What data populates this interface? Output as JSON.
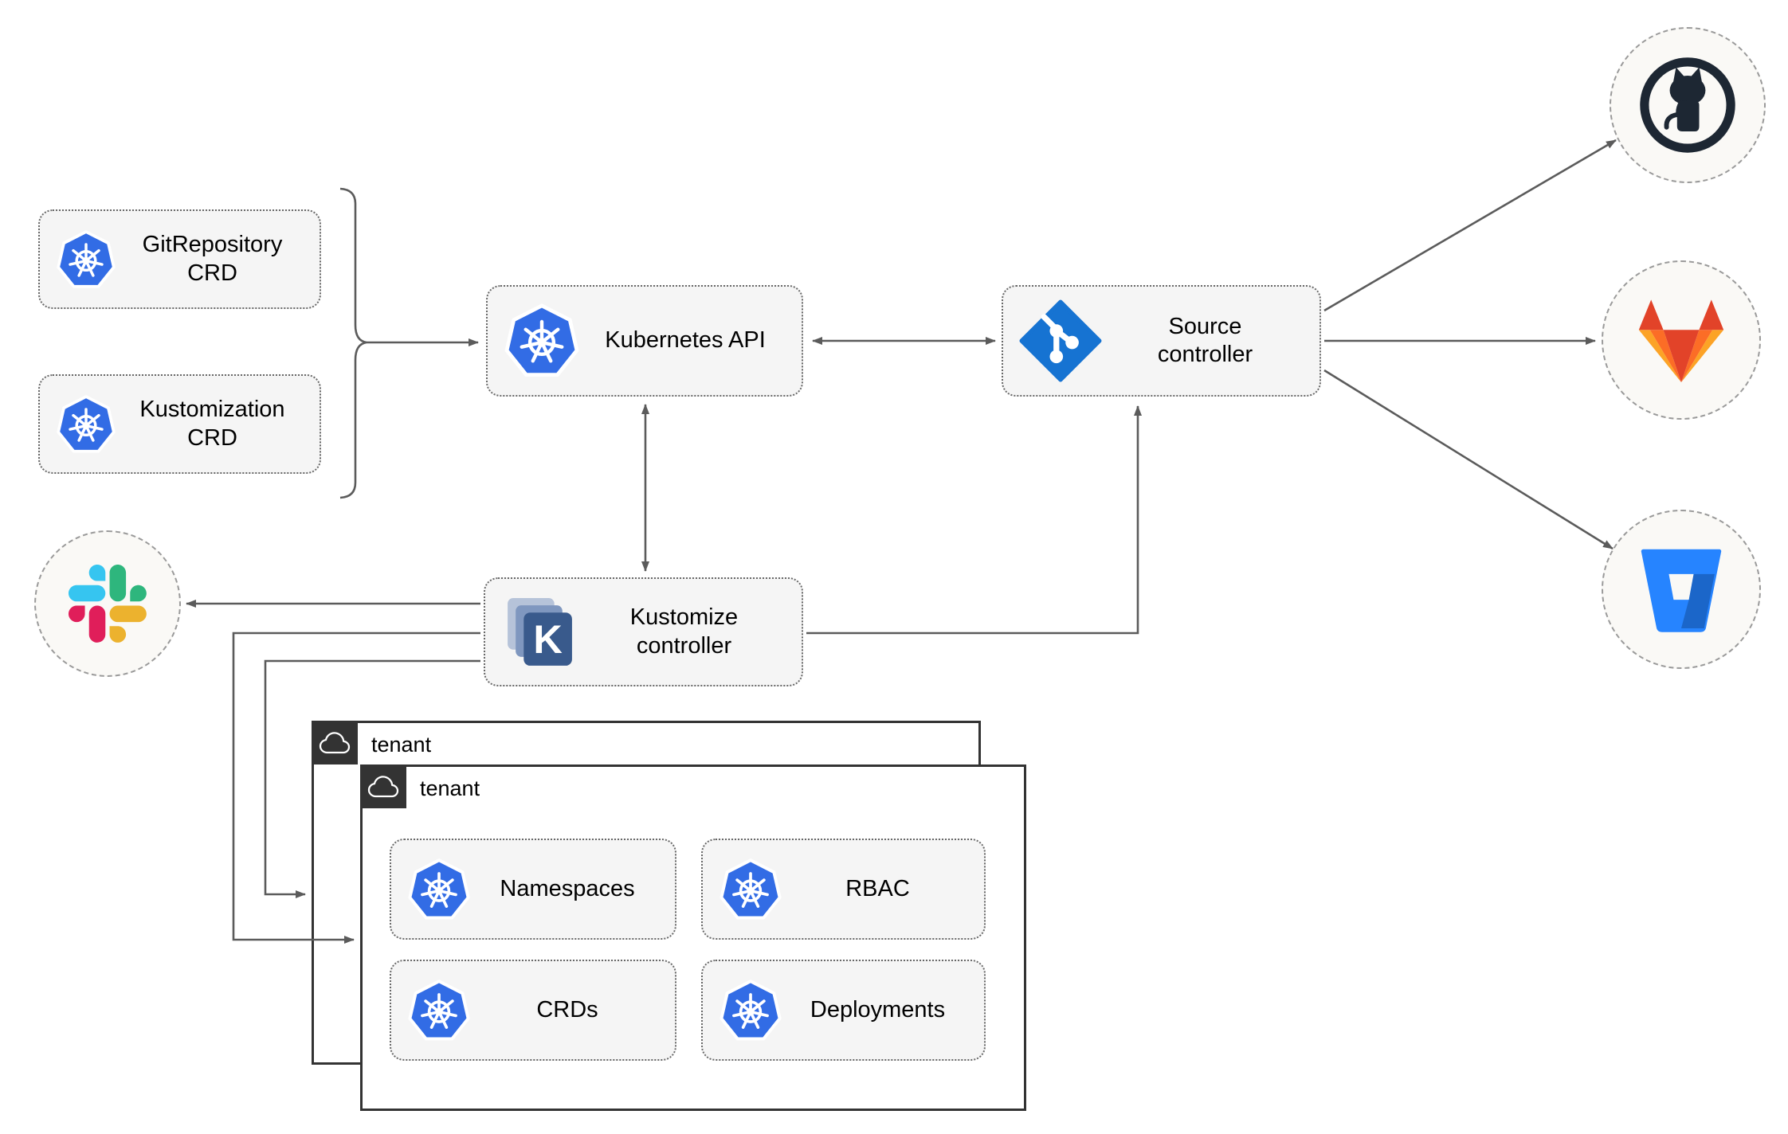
{
  "diagram": {
    "kind": "flux-gitops-architecture",
    "nodes": {
      "gitrepository_crd": {
        "label": "GitRepository\nCRD",
        "icon": "kubernetes-icon"
      },
      "kustomization_crd": {
        "label": "Kustomization\nCRD",
        "icon": "kubernetes-icon"
      },
      "kubernetes_api": {
        "label": "Kubernetes API",
        "icon": "kubernetes-icon"
      },
      "source_controller": {
        "label": "Source\ncontroller",
        "icon": "git-icon"
      },
      "kustomize_controller": {
        "label": "Kustomize\ncontroller",
        "icon": "kustomize-icon"
      },
      "namespaces": {
        "label": "Namespaces",
        "icon": "kubernetes-icon"
      },
      "rbac": {
        "label": "RBAC",
        "icon": "kubernetes-icon"
      },
      "crds": {
        "label": "CRDs",
        "icon": "kubernetes-icon"
      },
      "deployments": {
        "label": "Deployments",
        "icon": "kubernetes-icon"
      }
    },
    "groups": {
      "tenant_back": {
        "label": "tenant",
        "icon": "cloud-icon"
      },
      "tenant_front": {
        "label": "tenant",
        "icon": "cloud-icon"
      }
    },
    "endpoints": {
      "github": {
        "icon": "github-icon"
      },
      "gitlab": {
        "icon": "gitlab-icon"
      },
      "bitbucket": {
        "icon": "bitbucket-icon"
      },
      "slack": {
        "icon": "slack-icon"
      }
    },
    "edges": [
      {
        "from": "gitrepository_crd+kustomization_crd",
        "via": "brace",
        "to": "kubernetes_api",
        "style": "arrow"
      },
      {
        "from": "kubernetes_api",
        "to": "source_controller",
        "style": "double-arrow"
      },
      {
        "from": "kubernetes_api",
        "to": "kustomize_controller",
        "style": "double-arrow"
      },
      {
        "from": "source_controller",
        "to": "github",
        "style": "arrow"
      },
      {
        "from": "source_controller",
        "to": "gitlab",
        "style": "arrow"
      },
      {
        "from": "source_controller",
        "to": "bitbucket",
        "style": "arrow"
      },
      {
        "from": "kustomize_controller",
        "to": "slack",
        "style": "arrow"
      },
      {
        "from": "kustomize_controller",
        "to": "source_controller",
        "style": "arrow"
      },
      {
        "from": "kustomize_controller",
        "to": "tenant_back",
        "style": "arrow"
      },
      {
        "from": "kustomize_controller",
        "to": "tenant_front",
        "style": "arrow"
      }
    ]
  },
  "colors": {
    "kubernetes_blue": "#326ce5",
    "git_blue": "#1673d2",
    "kustomize_front": "#395a8c",
    "kustomize_mid": "#7f97bf",
    "kustomize_back": "#b6c3d9",
    "github_dark": "#1d2733",
    "gitlab_red": "#e24329",
    "gitlab_orange": "#fc6d26",
    "gitlab_light_orange": "#fca326",
    "bitbucket_blue": "#2684ff",
    "bitbucket_shadow": "#1b66c9",
    "slack_blue": "#36c5f0",
    "slack_green": "#2eb67d",
    "slack_yellow": "#ecb22e",
    "slack_red": "#e01e5a",
    "arrow_gray": "#5b5b5b",
    "node_fill": "#f5f5f5",
    "node_border": "#686868",
    "circle_fill": "#faf9f6",
    "circle_border": "#9a9a9a",
    "tenant_border": "#333333",
    "tenant_tab": "#333333"
  }
}
